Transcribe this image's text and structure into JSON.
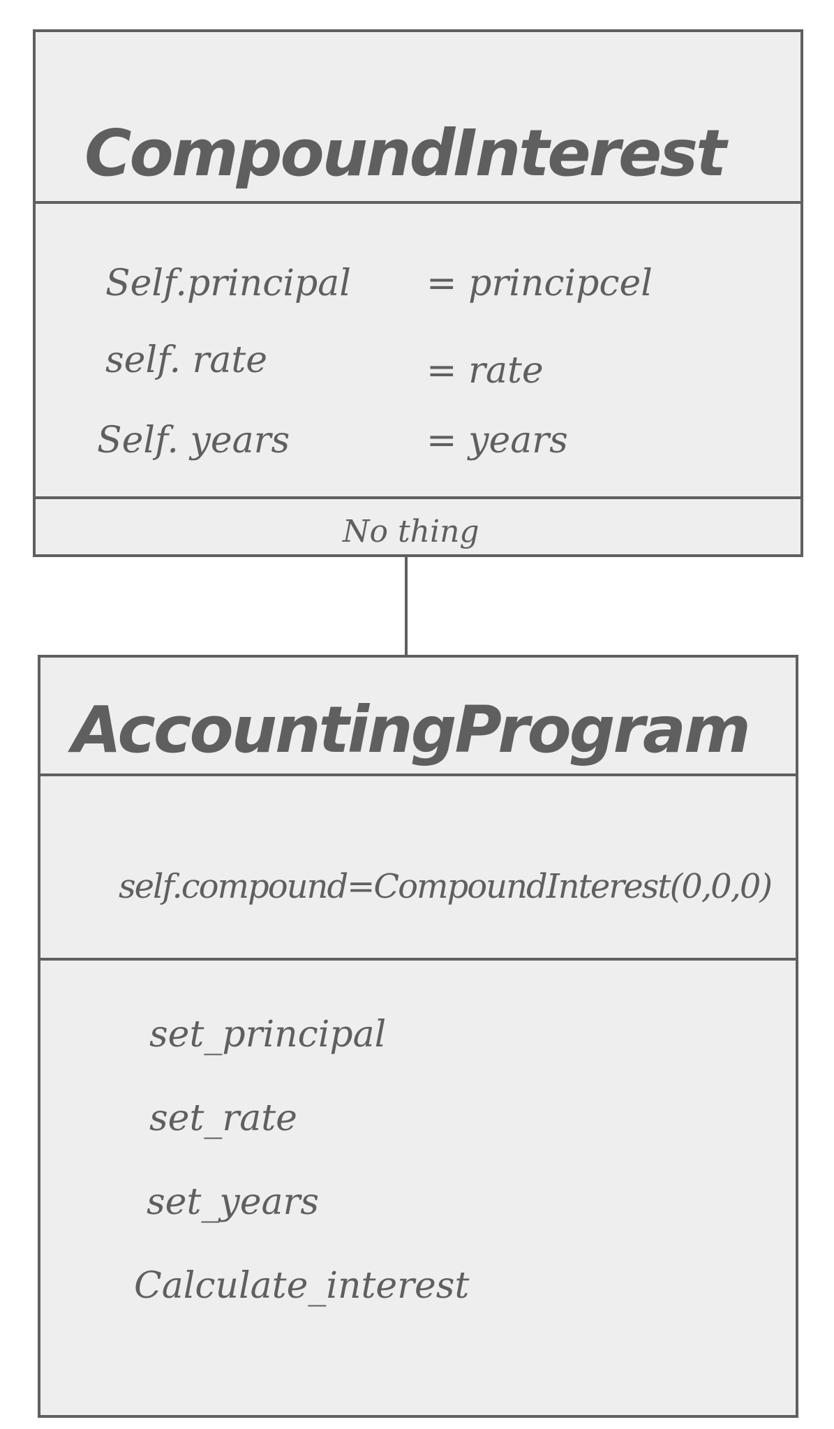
{
  "classes": [
    {
      "name": "CompoundInterest",
      "attributes": [
        {
          "left": "Self.principal",
          "right": "= principcel"
        },
        {
          "left": "self. rate",
          "right": "= rate"
        },
        {
          "left": "Self. years",
          "right": "= years"
        }
      ],
      "methods": [
        "No thing"
      ]
    },
    {
      "name": "AccountingProgram",
      "attributes": [
        {
          "text": "self.compound=CompoundInterest(0,0,0)"
        }
      ],
      "methods": [
        "set_principal",
        "set_rate",
        "set_years",
        "Calculate_interest"
      ]
    }
  ],
  "colors": {
    "stroke": "#5f5f5f",
    "box_fill": "#eeeeee",
    "background": "#ffffff"
  }
}
